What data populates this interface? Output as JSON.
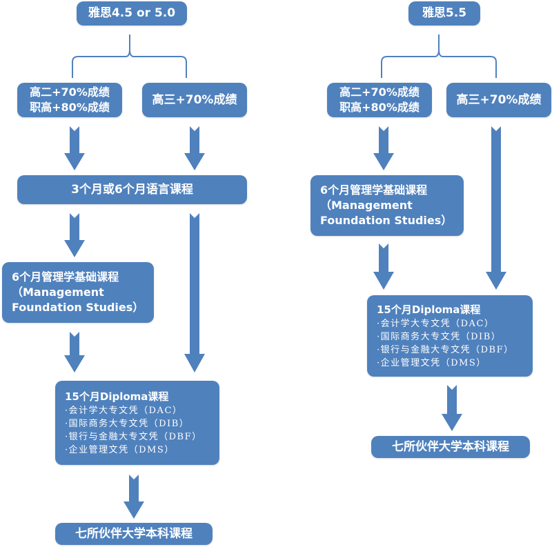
{
  "colors": {
    "box_fill": "#4f81bd",
    "text": "#ffffff",
    "bracket": "#4f81bd",
    "background": "#ffffff"
  },
  "left_path": {
    "ielts": "雅思4.5 or 5.0",
    "grade11": [
      "高二+70%成绩",
      "职高+80%成绩"
    ],
    "grade12": "高三+70%成绩",
    "language": "3个月或6个月语言课程",
    "mfs": [
      "6个月管理学基础课程",
      "（Management",
      "Foundation Studies）"
    ],
    "diploma": {
      "title": "15个月Diploma课程",
      "items": [
        "·会计学大专文凭（DAC）",
        "·国际商务大专文凭（DIB）",
        "·银行与金融大专文凭（DBF）",
        "·企业管理文凭（DMS）"
      ]
    },
    "bachelor": "七所伙伴大学本科课程"
  },
  "right_path": {
    "ielts": "雅思5.5",
    "grade11": [
      "高二+70%成绩",
      "职高+80%成绩"
    ],
    "grade12": "高三+70%成绩",
    "mfs": [
      "6个月管理学基础课程",
      "（Management",
      "Foundation Studies）"
    ],
    "diploma": {
      "title": "15个月Diploma课程",
      "items": [
        "·会计学大专文凭（DAC）",
        "·国际商务大专文凭（DIB）",
        "·银行与金融大专文凭（DBF）",
        "·企业管理文凭（DMS）"
      ]
    },
    "bachelor": "七所伙伴大学本科课程"
  }
}
